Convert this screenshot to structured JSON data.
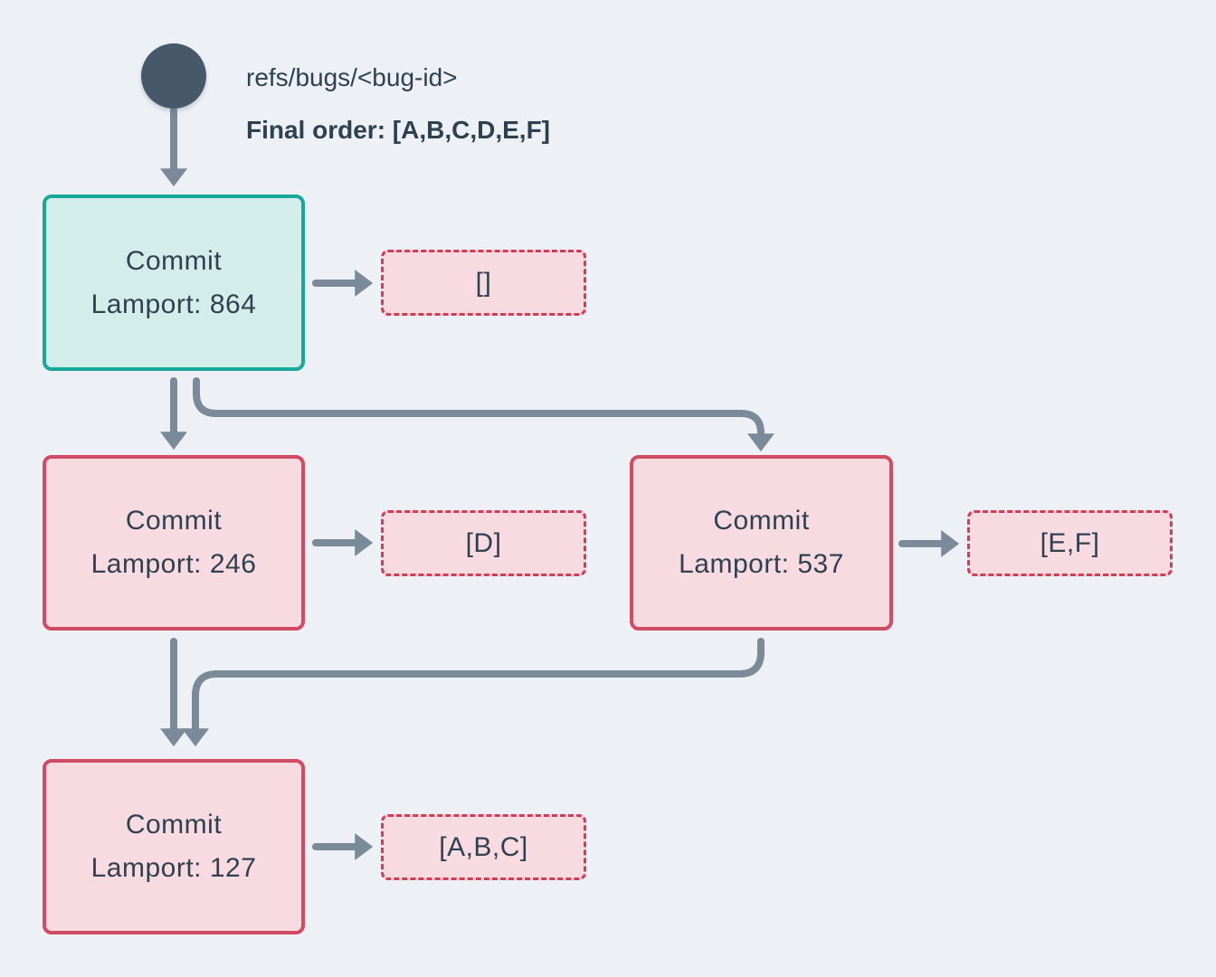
{
  "colors": {
    "bg": "#edf1f5",
    "text": "#2f4050",
    "arrow": "#7b8a99",
    "refNode": "#46586a",
    "tealBorder": "#17a89a",
    "tealFill": "#d3eeea",
    "redBorder": "#d14b63",
    "redDash": "#d63b55",
    "redFill": "#f7dbe0"
  },
  "header": {
    "ref_label": "refs/bugs/<bug-id>",
    "final_order": "Final order: [A,B,C,D,E,F]"
  },
  "nodes": {
    "root": {
      "title": "Commit",
      "subtitle": "Lamport: 864",
      "operations": "[]"
    },
    "left": {
      "title": "Commit",
      "subtitle": "Lamport: 246",
      "operations": "[D]"
    },
    "right": {
      "title": "Commit",
      "subtitle": "Lamport: 537",
      "operations": "[E,F]"
    },
    "merge": {
      "title": "Commit",
      "subtitle": "Lamport: 127",
      "operations": "[A,B,C]"
    }
  }
}
